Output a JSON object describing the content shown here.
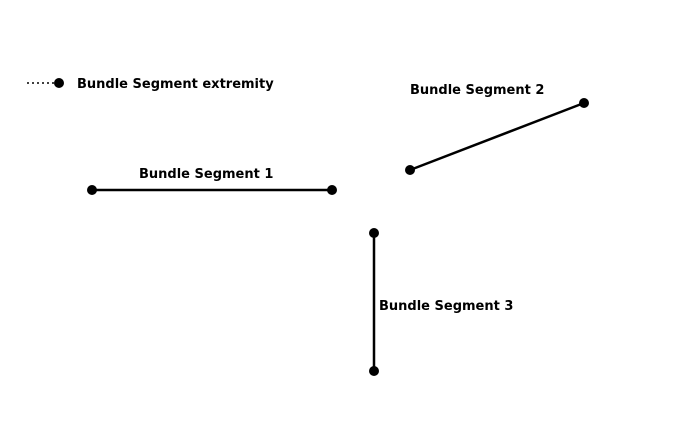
{
  "legend": {
    "label": "Bundle Segment extremity"
  },
  "segments": [
    {
      "label": "Bundle Segment 1"
    },
    {
      "label": "Bundle Segment 2"
    },
    {
      "label": "Bundle Segment 3"
    }
  ],
  "colors": {
    "line": "#000000",
    "background": "#ffffff"
  }
}
